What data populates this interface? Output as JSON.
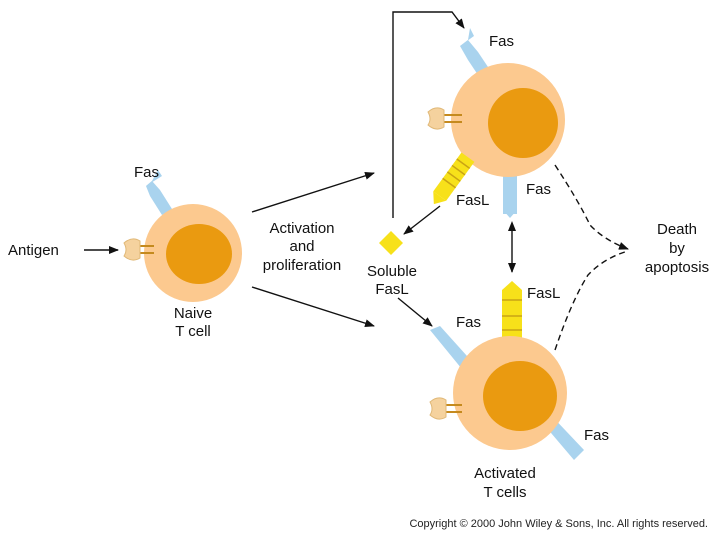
{
  "labels": {
    "antigen": "Antigen",
    "fas_naive": "Fas",
    "naive_line1": "Naive",
    "naive_line2": "T cell",
    "activation_line1": "Activation",
    "activation_line2": "and",
    "activation_line3": "proliferation",
    "soluble_line1": "Soluble",
    "soluble_line2": "FasL",
    "fas_top": "Fas",
    "fasl_top": "FasL",
    "fas_top_right": "Fas",
    "fasl_bottom": "FasL",
    "fas_bottom_left": "Fas",
    "fas_bottom_right": "Fas",
    "death_line1": "Death",
    "death_line2": "by",
    "death_line3": "apoptosis",
    "activated_line1": "Activated",
    "activated_line2": "T cells",
    "copyright": "Copyright © 2000 John Wiley & Sons, Inc.  All rights reserved."
  },
  "colors": {
    "cell_body": "#fcc98f",
    "nucleus": "#ea9a10",
    "fas_receptor": "#a9d3ee",
    "fasl_ligand": "#f7e11a",
    "tcr_receptor": "#f5d29e",
    "arrow": "#111111"
  }
}
